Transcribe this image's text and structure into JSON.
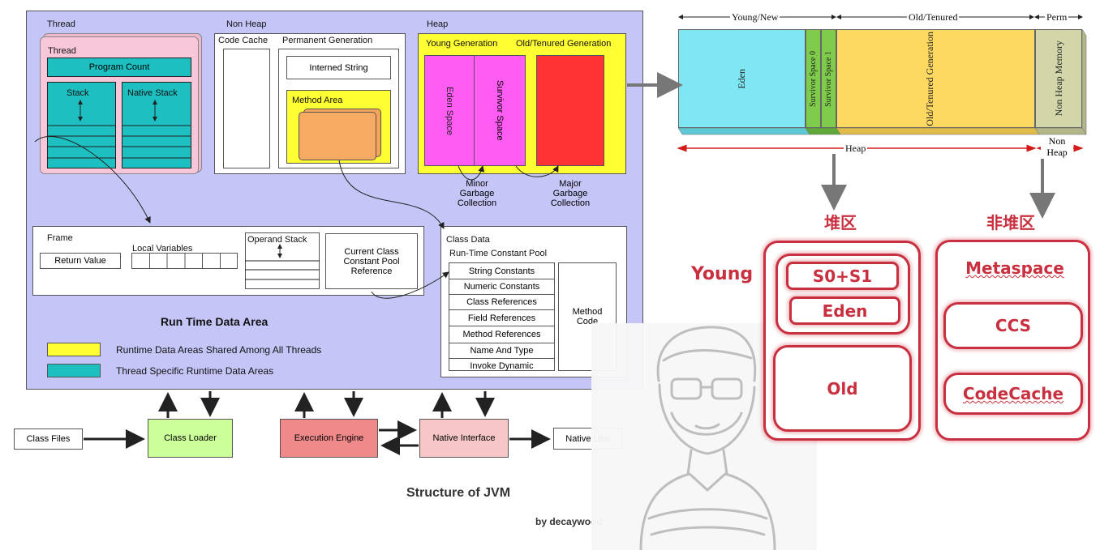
{
  "jvm": {
    "thread_outer": "Thread",
    "thread_inner": "Thread",
    "program_count": "Program Count",
    "stack": "Stack",
    "native_stack": "Native Stack",
    "non_heap": "Non Heap",
    "code_cache": "Code Cache",
    "permanent_generation": "Permanent Generation",
    "interned_string": "Interned String",
    "method_area": "Method Area",
    "heap": "Heap",
    "young_generation": "Young Generation",
    "old_tenured_generation": "Old/Tenured Generation",
    "eden_space": "Eden Space",
    "survivor_space": "Survivor Space",
    "minor_gc": "Minor Garbage Collection",
    "major_gc": "Major Garbage Collection",
    "frame": "Frame",
    "return_value": "Return Value",
    "local_variables": "Local Variables",
    "operand_stack": "Operand Stack",
    "current_class_ref": "Current Class Constant Pool Reference",
    "class_data": "Class Data",
    "runtime_constant_pool": "Run-Time Constant Pool",
    "constant_pool_items": [
      "String Constants",
      "Numeric Constants",
      "Class References",
      "Field References",
      "Method References",
      "Name And Type",
      "Invoke Dynamic"
    ],
    "method_code": "Method Code",
    "run_time_data_area": "Run Time Data Area",
    "legend_shared": "Runtime Data Areas Shared Among All Threads",
    "legend_thread": "Thread Specific Runtime Data Areas",
    "class_files": "Class Files",
    "class_loader": "Class Loader",
    "execution_engine": "Execution Engine",
    "native_interface": "Native Interface",
    "native_libs": "Native Libs",
    "title": "Structure of JVM",
    "author": "by decaywood"
  },
  "memory_bar": {
    "young_new": "Young/New",
    "old_tenured": "Old/Tenured",
    "perm": "Perm",
    "eden": "Eden",
    "survivor0": "Survivor Space 0",
    "survivor1": "Survivor Space 1",
    "old_gen": "Old/Tenured Generation",
    "non_heap_memory": "Non Heap Memory",
    "heap": "Heap",
    "non_heap": "Non Heap"
  },
  "regions": {
    "heap_cn": "堆区",
    "nonheap_cn": "非堆区",
    "young": "Young",
    "s0s1": "S0+S1",
    "eden": "Eden",
    "old": "Old",
    "metaspace": "Metaspace",
    "ccs": "CCS",
    "codecache": "CodeCache"
  },
  "colors": {
    "lavender": "#c5c5f7",
    "cyan": "#1dbfc0",
    "yellow": "#ffff33",
    "magenta": "#ff5cf3",
    "red": "#ff3333",
    "accent_red": "#c9303f"
  }
}
